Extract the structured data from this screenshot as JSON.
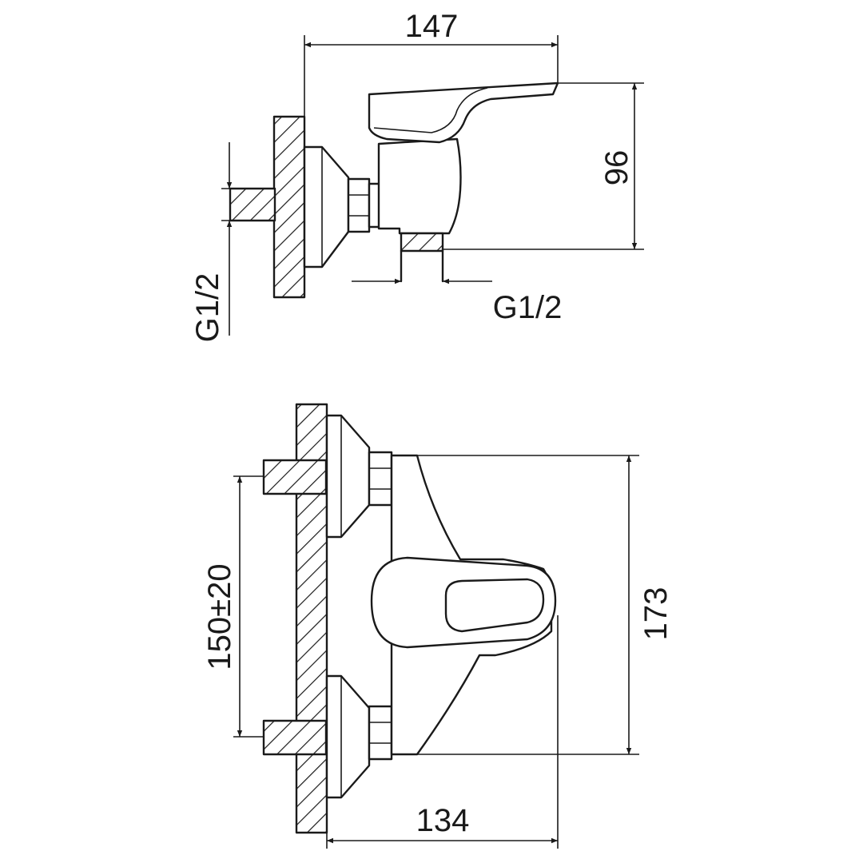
{
  "drawing": {
    "title": "",
    "side_view": {
      "dim_width": "147",
      "dim_height": "96",
      "thread_left": "G1/2",
      "thread_bottom": "G1/2"
    },
    "front_view": {
      "dim_spacing": "150±20",
      "dim_height": "173",
      "dim_width": "134"
    },
    "colors": {
      "line": "#1a1a1a",
      "background": "#ffffff"
    }
  }
}
